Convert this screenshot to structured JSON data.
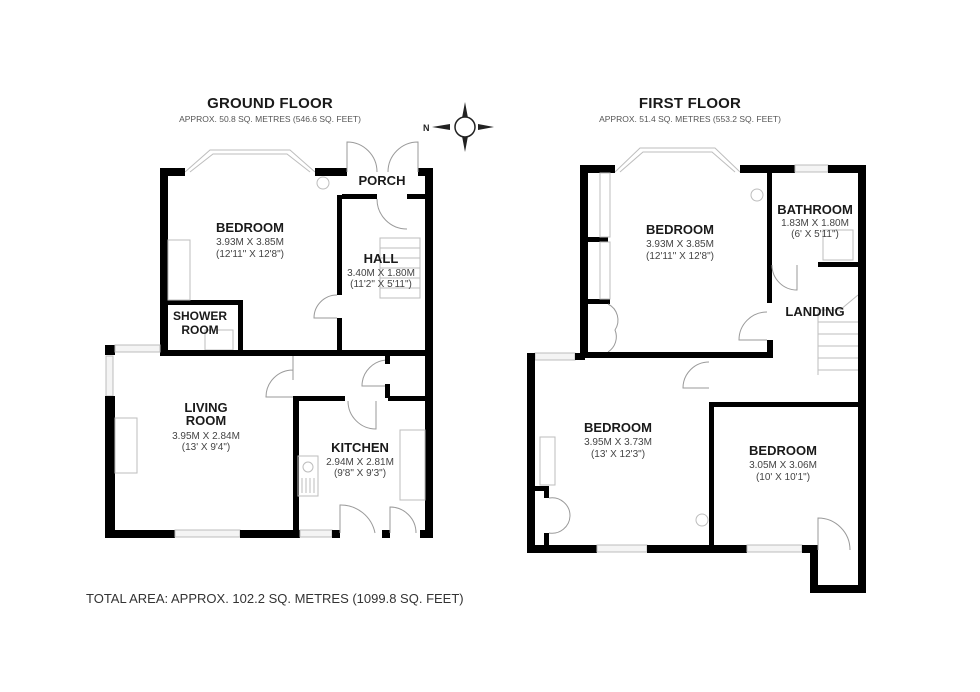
{
  "compass": {
    "label": "N",
    "icon": "compass-icon"
  },
  "ground_floor": {
    "title": "GROUND FLOOR",
    "area": "APPROX. 50.8 SQ. METRES (546.6 SQ. FEET)",
    "rooms": [
      {
        "name": "BEDROOM",
        "metric": "3.93M X 3.85M",
        "imperial": "(12'11\" X 12'8\")"
      },
      {
        "name": "PORCH"
      },
      {
        "name": "HALL",
        "metric": "3.40M X 1.80M",
        "imperial": "(11'2\" X 5'11\")"
      },
      {
        "name": "SHOWER",
        "name2": "ROOM"
      },
      {
        "name": "LIVING",
        "name2": "ROOM",
        "metric": "3.95M X 2.84M",
        "imperial": "(13' X 9'4\")"
      },
      {
        "name": "KITCHEN",
        "metric": "2.94M X 2.81M",
        "imperial": "(9'8\" X 9'3\")"
      }
    ]
  },
  "first_floor": {
    "title": "FIRST FLOOR",
    "area": "APPROX. 51.4 SQ. METRES (553.2 SQ. FEET)",
    "rooms": [
      {
        "name": "BEDROOM",
        "metric": "3.93M X 3.85M",
        "imperial": "(12'11\" X 12'8\")"
      },
      {
        "name": "BATHROOM",
        "metric": "1.83M X 1.80M",
        "imperial": "(6' X 5'11\")"
      },
      {
        "name": "LANDING"
      },
      {
        "name": "BEDROOM",
        "metric": "3.95M X 3.73M",
        "imperial": "(13' X 12'3\")"
      },
      {
        "name": "BEDROOM",
        "metric": "3.05M X 3.06M",
        "imperial": "(10' X 10'1\")"
      }
    ]
  },
  "total_area": "TOTAL AREA: APPROX. 102.2 SQ. METRES (1099.8 SQ. FEET)"
}
